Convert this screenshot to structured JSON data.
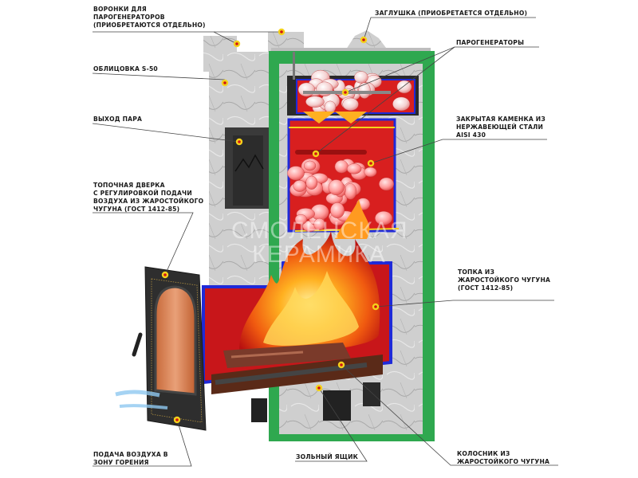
{
  "diagram": {
    "subject": "Sauna stove cross-section",
    "watermark_line1": "СМОЛЕНСКАЯ",
    "watermark_line2": "КЕРАМИКА",
    "colors": {
      "cladding": "#c9c9c9",
      "insulation_frame": "#2fa84f",
      "firebox_interior": "#d81f1f",
      "casting_edge": "#1f2ad8",
      "marker_ring": "#f4d21a",
      "marker_dot": "#d01414",
      "door": "#2e2e2e",
      "leader_line": "#444444"
    },
    "labels": {
      "funnels": "ВОРОНКИ ДЛЯ\nПАРОГЕНЕРАТОРОВ\n(ПРИОБРЕТАЮТСЯ ОТДЕЛЬНО)",
      "plug": "ЗАГЛУШКА (ПРИОБРЕТАЕТСЯ ОТДЕЛЬНО)",
      "steam_generators": "ПАРОГЕНЕРАТОРЫ",
      "cladding": "ОБЛИЦОВКА S-50",
      "steam_outlet": "ВЫХОД ПАРА",
      "closed_heater": "ЗАКРЫТАЯ КАМЕНКА ИЗ\nНЕРЖАВЕЮЩЕЙ СТАЛИ\nAISI 430",
      "fire_door": "ТОПОЧНАЯ ДВЕРКА\nС РЕГУЛИРОВКОЙ ПОДАЧИ\nВОЗДУХА ИЗ ЖАРОСТОЙКОГО\nЧУГУНА (ГОСТ 1412-85)",
      "firebox": "ТОПКА ИЗ\nЖАРОСТОЙКОГО ЧУГУНА\n(ГОСТ 1412-85)",
      "air_supply": "ПОДАЧА ВОЗДУХА В\nЗОНУ ГОРЕНИЯ",
      "ash_box": "ЗОЛЬНЫЙ ЯЩИК",
      "grate": "КОЛОСНИК ИЗ\nЖАРОСТОЙКОГО ЧУГУНА"
    }
  }
}
